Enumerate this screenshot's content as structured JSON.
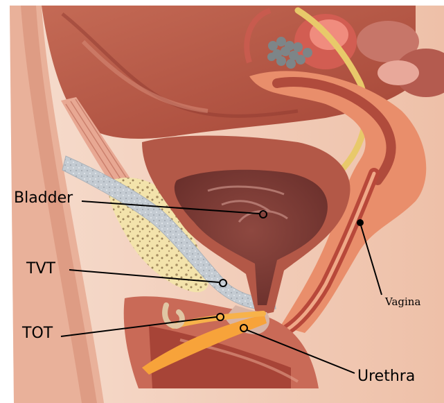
{
  "labels": {
    "bladder": "Bladder",
    "tvt": "TVT",
    "tot": "TOT",
    "urethra": "Urethra",
    "vagina": "Vagina"
  },
  "colors": {
    "background": "#ffffff",
    "skin_outer": "#f3d3c1",
    "skin_mid": "#d9836a",
    "muscle_dark": "#a8473a",
    "muscle_mid": "#c05b48",
    "bladder_wall": "#b35847",
    "bladder_inner": "#7a3a34",
    "fat": "#f4e6b2",
    "fat_dots": "#a89066",
    "mesh": "#c2c9d0",
    "tot_tape": "#f7a33a",
    "nerve": "#e8c96a",
    "bowel_dark": "#7d8588"
  }
}
